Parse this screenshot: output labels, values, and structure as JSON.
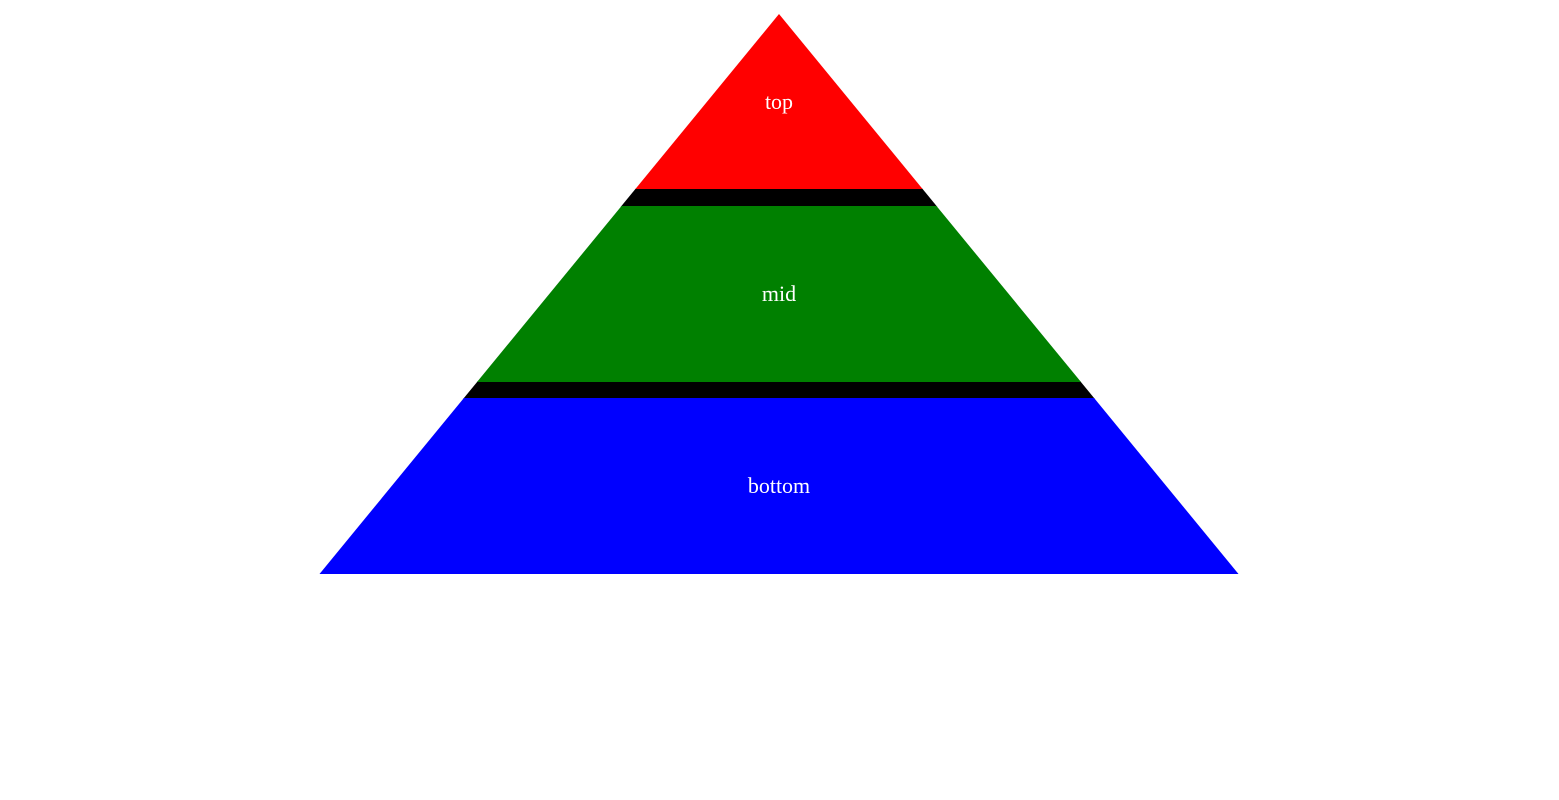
{
  "pyramid": {
    "separator_color": "#000000",
    "label_color": "#ffffff",
    "layers": [
      {
        "label": "top",
        "color": "#ff0000"
      },
      {
        "label": "mid",
        "color": "#008000"
      },
      {
        "label": "bottom",
        "color": "#0000ff"
      }
    ]
  }
}
